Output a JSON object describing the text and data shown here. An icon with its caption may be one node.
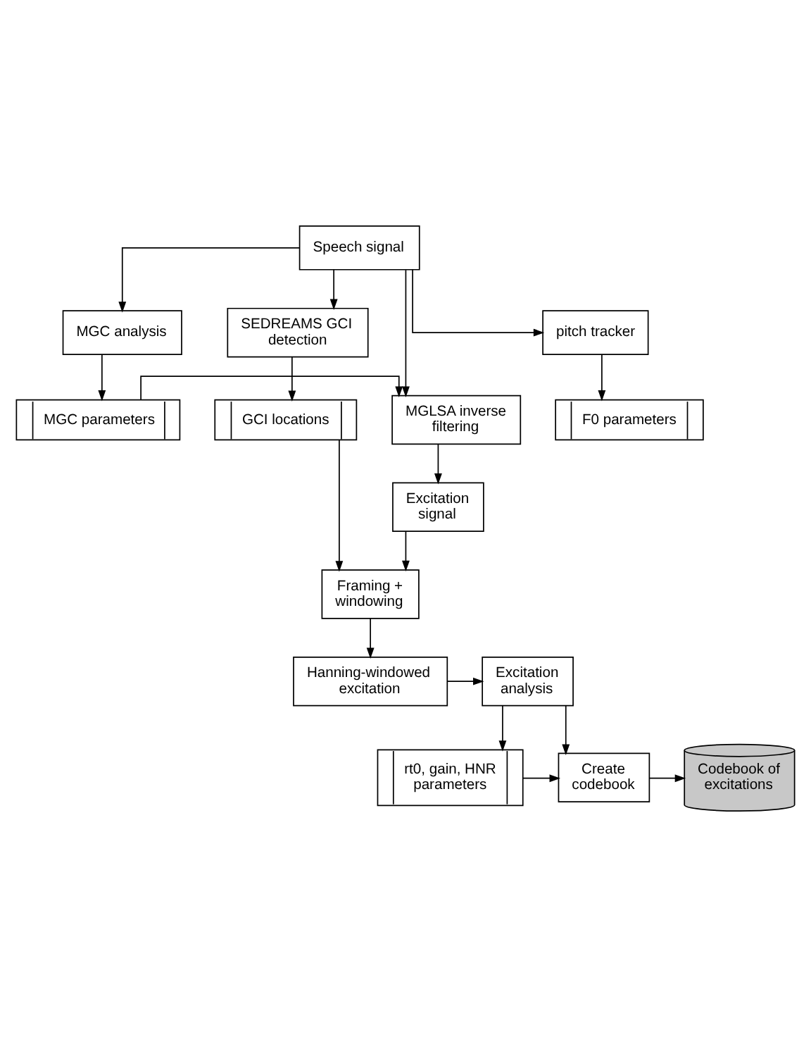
{
  "diagram": {
    "nodes": [
      {
        "text": [
          "Speech signal"
        ]
      },
      {
        "text": [
          "MGC analysis"
        ]
      },
      {
        "text": [
          "SEDREAMS GCI detection"
        ]
      },
      {
        "text": [
          "MGC parameters"
        ]
      },
      {
        "text": [
          "MGLSA inverse filtering"
        ]
      },
      {
        "text": [
          "GCI locations"
        ]
      },
      {
        "text": [
          "pitch tracker"
        ]
      },
      {
        "text": [
          "Excitation signal"
        ]
      },
      {
        "text": [
          "F0 parameters"
        ]
      },
      {
        "text": [
          "Framing + windowing"
        ]
      },
      {
        "text": [
          "Hanning-windowed excitation"
        ]
      },
      {
        "text": [
          "Excitation analysis"
        ]
      },
      {
        "text": [
          "rt0, gain, HNR parameters"
        ]
      },
      {
        "text": [
          "Create codebook"
        ]
      },
      {
        "text": [
          "Codebook of excitations"
        ]
      }
    ],
    "edges": [
      {
        "from": 0,
        "to": 6,
        "arrow": "to"
      },
      {
        "from": 0,
        "to": 1,
        "arrow": "to"
      },
      {
        "from": 0,
        "to": 4,
        "arrow": "to"
      },
      {
        "from": 0,
        "to": 2,
        "arrow": "to"
      },
      {
        "from": 1,
        "to": 3,
        "arrow": "to"
      },
      {
        "from": 3,
        "to": 4,
        "arrow": "to"
      },
      {
        "from": 2,
        "to": 5,
        "arrow": "to"
      },
      {
        "from": 4,
        "to": 7,
        "arrow": "to"
      },
      {
        "from": 6,
        "to": 8,
        "arrow": "to"
      },
      {
        "from": 7,
        "to": 9,
        "arrow": "to"
      },
      {
        "from": 5,
        "to": 9,
        "arrow": "to"
      },
      {
        "from": 9,
        "to": 10,
        "arrow": "to"
      },
      {
        "from": 10,
        "to": 11,
        "arrow": "to"
      },
      {
        "from": 11,
        "to": 12,
        "arrow": "to"
      },
      {
        "from": 11,
        "to": 13,
        "arrow": "to"
      },
      {
        "from": 12,
        "to": 13,
        "arrow": "to"
      },
      {
        "from": 13,
        "to": 14,
        "arrow": "to"
      }
    ]
  }
}
